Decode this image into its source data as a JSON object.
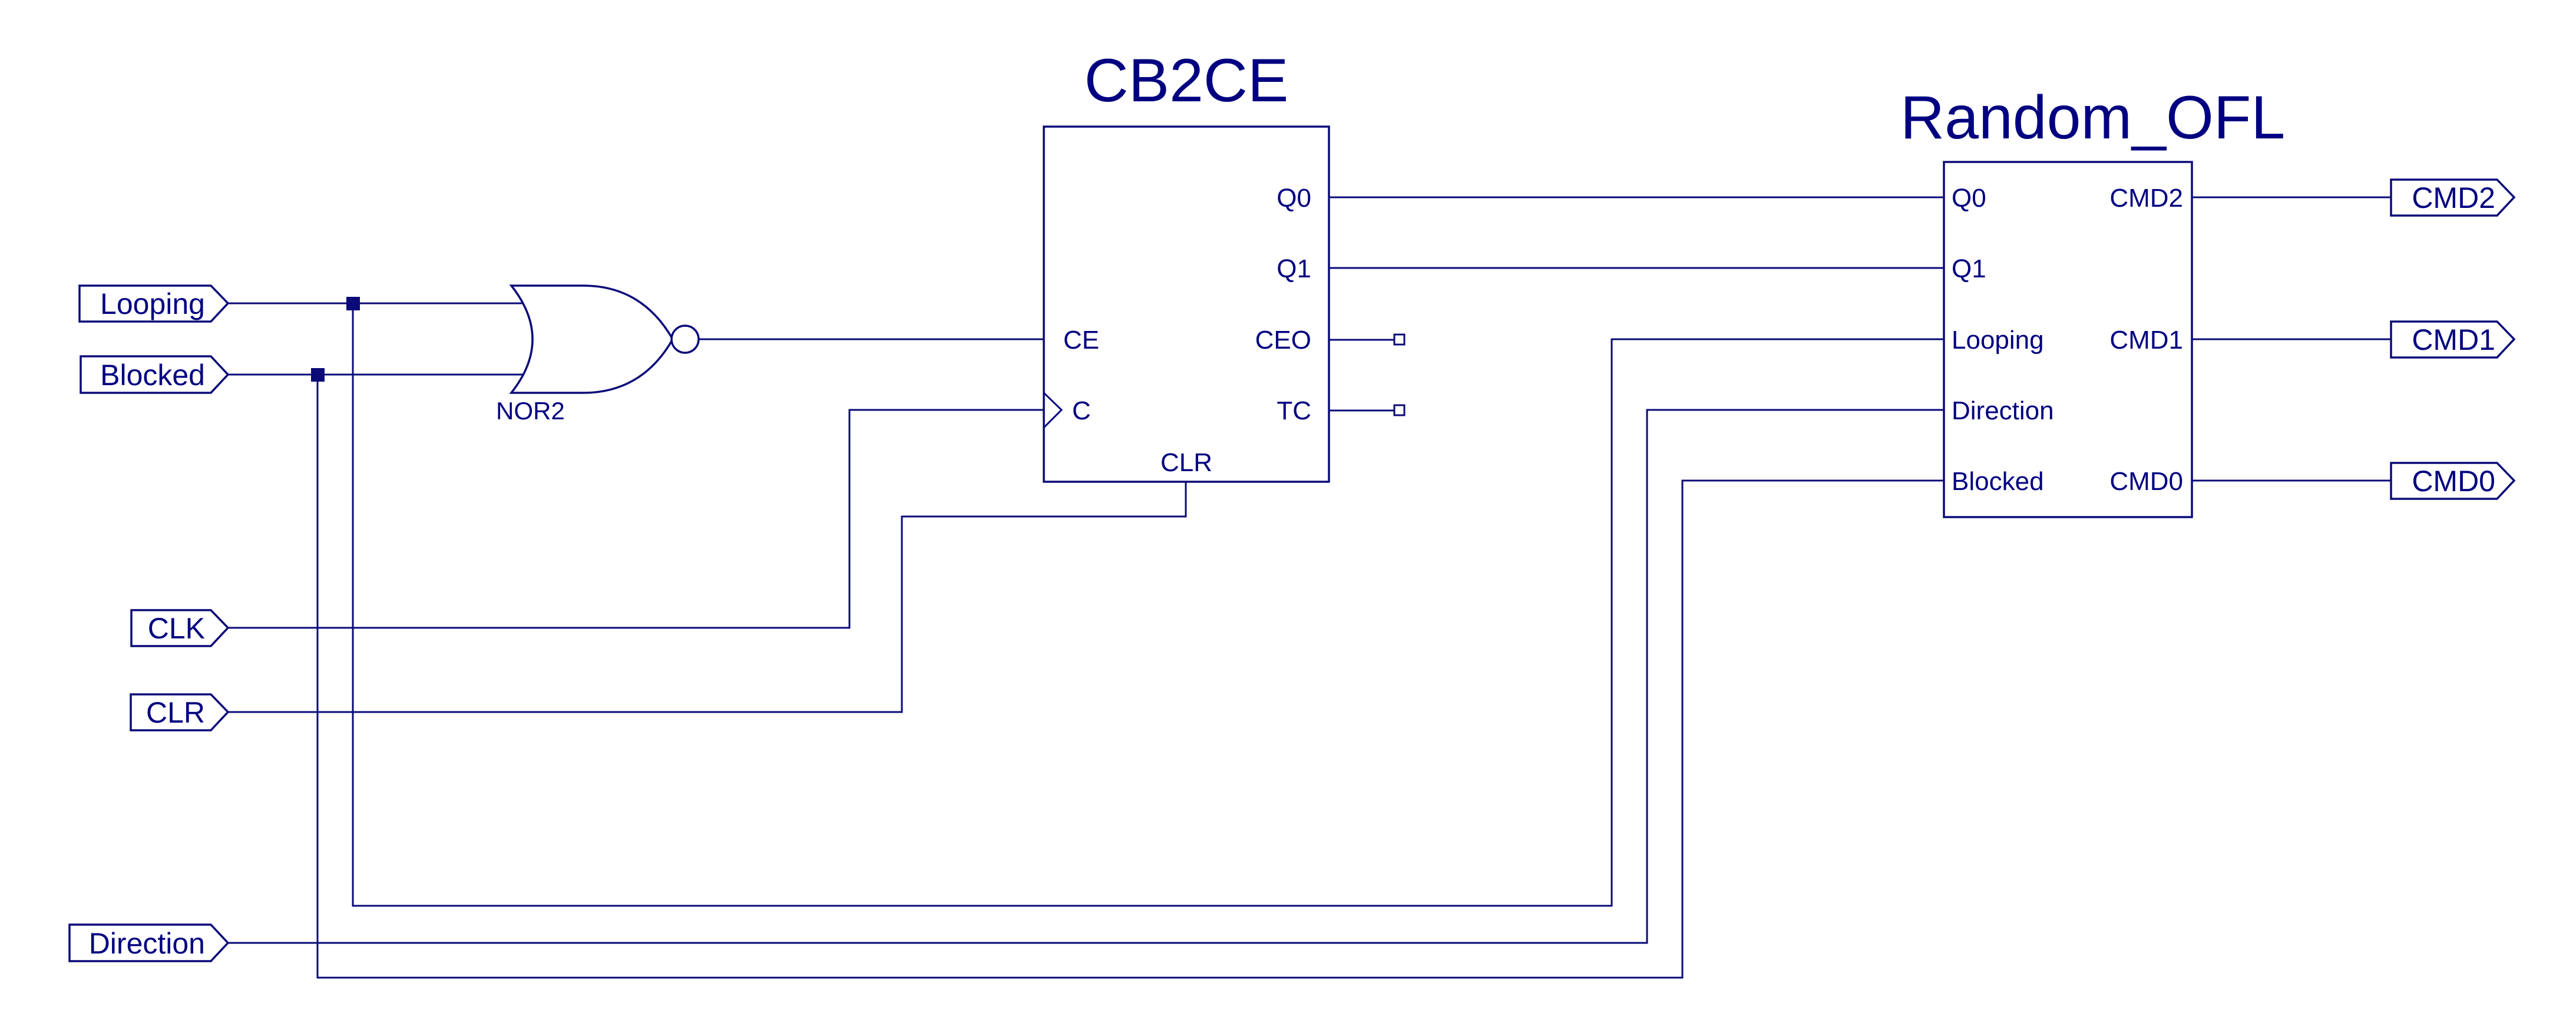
{
  "colors": {
    "ink": "#000080",
    "background": "#ffffff"
  },
  "components": {
    "nor_gate": {
      "label": "NOR2",
      "type": "NOR2"
    },
    "counter": {
      "title": "CB2CE",
      "inputs": [
        "CE",
        "C"
      ],
      "bottom_input": "CLR",
      "outputs": [
        "Q0",
        "Q1",
        "CEO",
        "TC"
      ]
    },
    "logic": {
      "title": "Random_OFL",
      "inputs": [
        "Q0",
        "Q1",
        "Looping",
        "Direction",
        "Blocked"
      ],
      "outputs": [
        "CMD2",
        "CMD1",
        "CMD0"
      ]
    }
  },
  "input_ports": [
    "Looping",
    "Blocked",
    "CLK",
    "CLR",
    "Direction"
  ],
  "output_ports": [
    "CMD2",
    "CMD1",
    "CMD0"
  ],
  "nets": [
    {
      "name": "Looping",
      "from": "Looping",
      "to": [
        "NOR2.I0",
        "Random_OFL.Looping"
      ]
    },
    {
      "name": "Blocked",
      "from": "Blocked",
      "to": [
        "NOR2.I1",
        "Random_OFL.Blocked"
      ]
    },
    {
      "name": "CE_net",
      "from": "NOR2.O",
      "to": [
        "CB2CE.CE"
      ]
    },
    {
      "name": "CLK",
      "from": "CLK",
      "to": [
        "CB2CE.C"
      ]
    },
    {
      "name": "CLR",
      "from": "CLR",
      "to": [
        "CB2CE.CLR"
      ]
    },
    {
      "name": "Direction",
      "from": "Direction",
      "to": [
        "Random_OFL.Direction"
      ]
    },
    {
      "name": "Q0",
      "from": "CB2CE.Q0",
      "to": [
        "Random_OFL.Q0"
      ]
    },
    {
      "name": "Q1",
      "from": "CB2CE.Q1",
      "to": [
        "Random_OFL.Q1"
      ]
    },
    {
      "name": "CMD2",
      "from": "Random_OFL.CMD2",
      "to": [
        "CMD2"
      ]
    },
    {
      "name": "CMD1",
      "from": "Random_OFL.CMD1",
      "to": [
        "CMD1"
      ]
    },
    {
      "name": "CMD0",
      "from": "Random_OFL.CMD0",
      "to": [
        "CMD0"
      ]
    }
  ],
  "unconnected_outputs": [
    "CEO",
    "TC"
  ]
}
